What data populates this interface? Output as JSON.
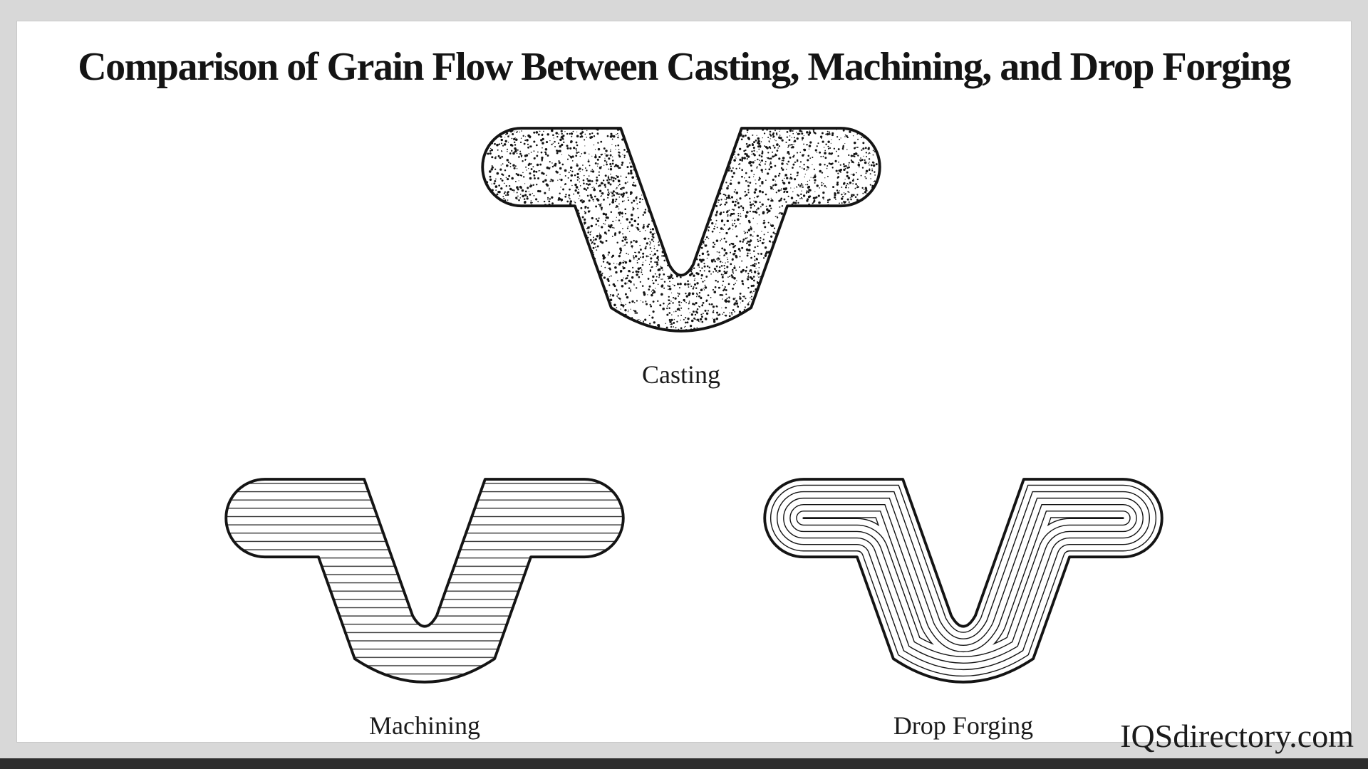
{
  "page": {
    "title": "Comparison of Grain Flow Between Casting, Machining, and Drop Forging",
    "watermark": "IQSdirectory.com",
    "background_color": "#d8d8d8",
    "panel_color": "#ffffff",
    "ink_color": "#141414",
    "footer_bar_color": "#2e2e2e"
  },
  "figures": [
    {
      "id": "casting",
      "label": "Casting",
      "texture": "random-speckle-grain"
    },
    {
      "id": "machining",
      "label": "Machining",
      "texture": "horizontal-line-grain"
    },
    {
      "id": "drop-forging",
      "label": "Drop Forging",
      "texture": "contour-flow-grain"
    }
  ]
}
